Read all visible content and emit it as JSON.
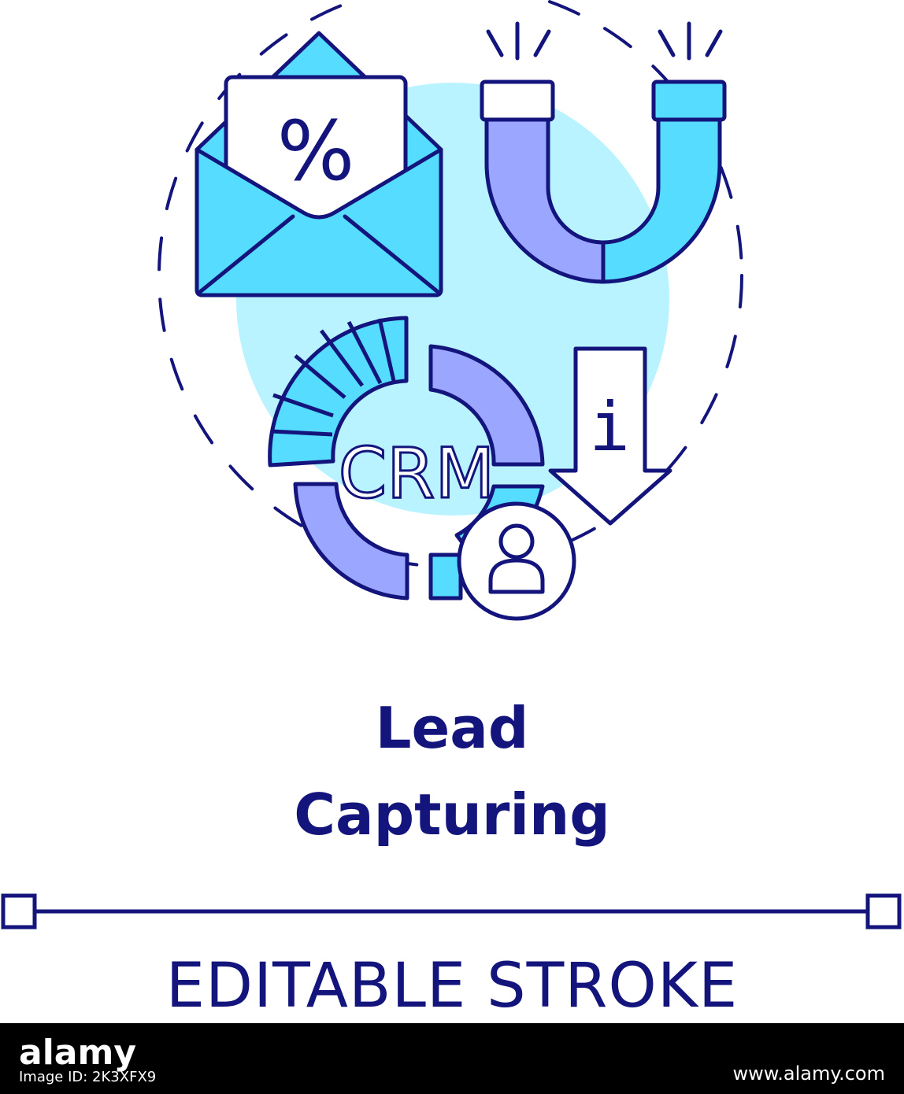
{
  "colors": {
    "stroke": "#14147d",
    "cyan": "#55dcff",
    "light_cyan": "#b9f3ff",
    "lavender": "#9aa6ff",
    "white": "#ffffff",
    "footer": "#000000"
  },
  "illustration": {
    "envelope_symbol": "%",
    "crm_text": "CRM",
    "info_symbol": "i"
  },
  "title": {
    "line1": "Lead",
    "line2": "Capturing"
  },
  "caption": "EDITABLE STROKE",
  "footer": {
    "logo": "alamy",
    "image_id": "Image ID: 2K3XFX9",
    "site": "www.alamy.com"
  }
}
